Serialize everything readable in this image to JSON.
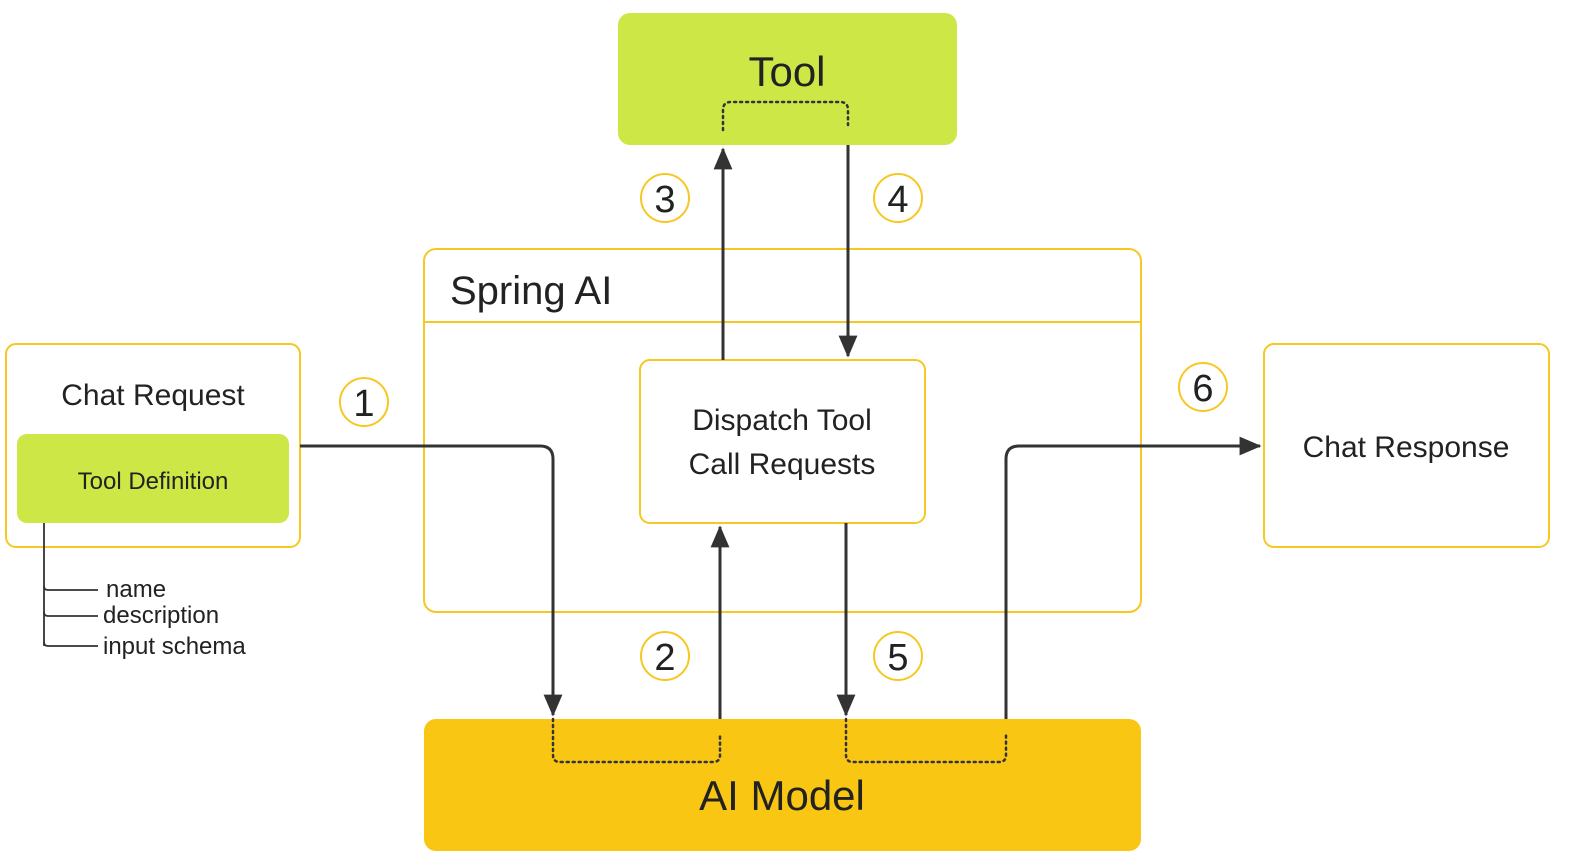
{
  "diagram": {
    "tool": "Tool",
    "spring_ai": "Spring AI",
    "dispatch": {
      "line1": "Dispatch Tool",
      "line2": "Call Requests"
    },
    "chat_request": "Chat Request",
    "tool_definition": "Tool Definition",
    "tool_definition_fields": [
      "name",
      "description",
      "input schema"
    ],
    "chat_response": "Chat Response",
    "ai_model": "AI Model",
    "steps": [
      "1",
      "2",
      "3",
      "4",
      "5",
      "6"
    ]
  },
  "colors": {
    "tool_green": "#cde846",
    "model_yellow": "#f9c613",
    "outline_yellow": "#f6c823",
    "arrow_dark": "#333333"
  }
}
